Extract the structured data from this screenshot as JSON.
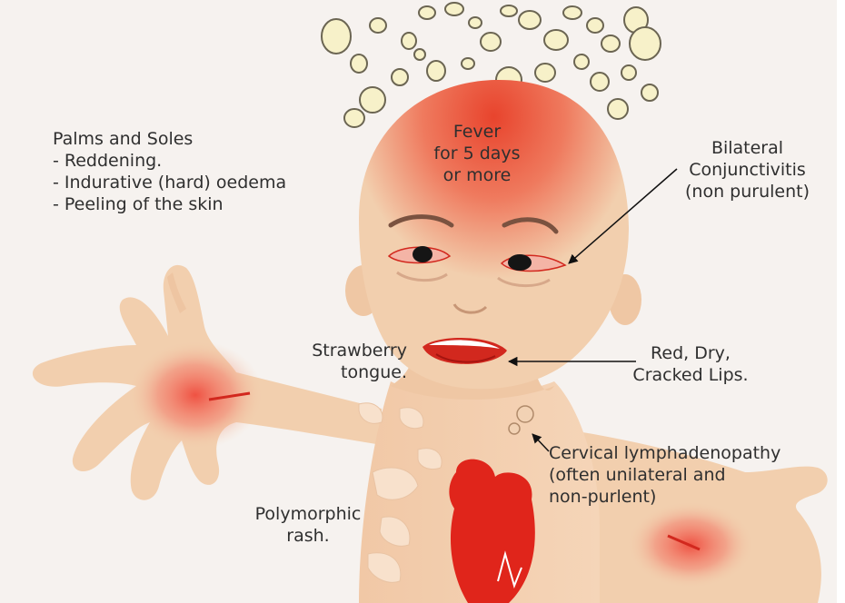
{
  "diagram": {
    "labels": {
      "palms_soles": {
        "title": "Palms and Soles",
        "items": [
          "- Reddening.",
          "- Indurative (hard) oedema",
          "- Peeling of the skin"
        ]
      },
      "fever": [
        "Fever",
        "for 5 days",
        "or more"
      ],
      "conjunctivitis": [
        "Bilateral",
        "Conjunctivitis",
        "(non purulent)"
      ],
      "tongue": [
        "Strawberry",
        "tongue."
      ],
      "lips": [
        "Red, Dry,",
        "Cracked Lips."
      ],
      "lymph": [
        "Cervical lymphadenopathy",
        "(often unilateral and",
        "non-purlent)"
      ],
      "rash": [
        "Polymorphic",
        "rash."
      ]
    },
    "colors": {
      "background": "#f6f2ef",
      "skin": "#f2cfae",
      "fever_red": "#e8442d",
      "heart": "#e0251b",
      "text": "#2f2f2f"
    }
  }
}
